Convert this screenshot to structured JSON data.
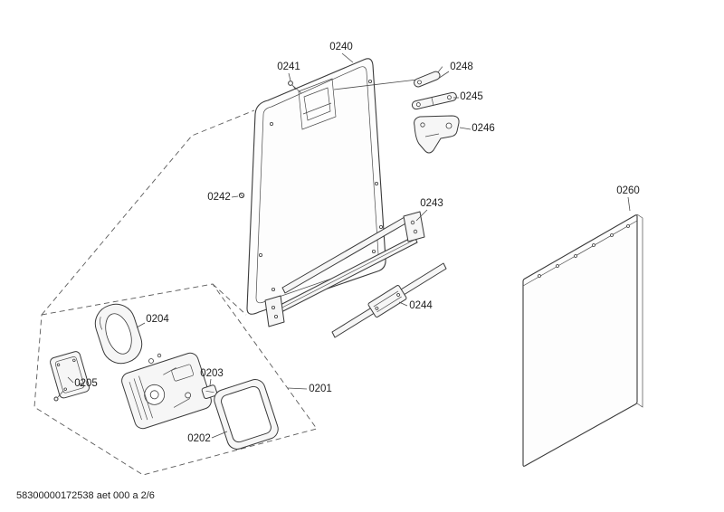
{
  "style": {
    "ink": "#3a3a3a",
    "background": "#ffffff"
  },
  "footer": "58300000172538 aet 000 a 2/6",
  "labels": {
    "p0240": "0240",
    "p0241": "0241",
    "p0242": "0242",
    "p0243": "0243",
    "p0244": "0244",
    "p0245": "0245",
    "p0246": "0246",
    "p0248": "0248",
    "p0260": "0260",
    "p0201": "0201",
    "p0202": "0202",
    "p0203": "0203",
    "p0204": "0204",
    "p0205": "0205"
  }
}
